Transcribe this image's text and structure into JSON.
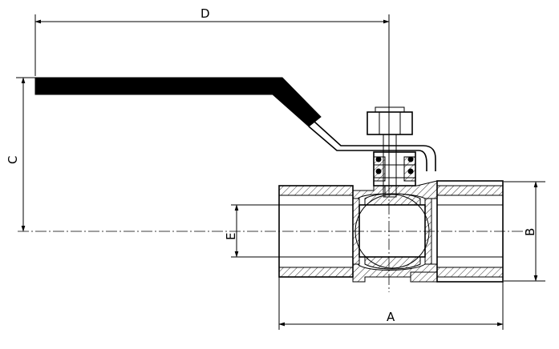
{
  "diagram": {
    "dimensions": {
      "A": "A",
      "B": "B",
      "C": "C",
      "D": "D",
      "E": "E"
    }
  }
}
